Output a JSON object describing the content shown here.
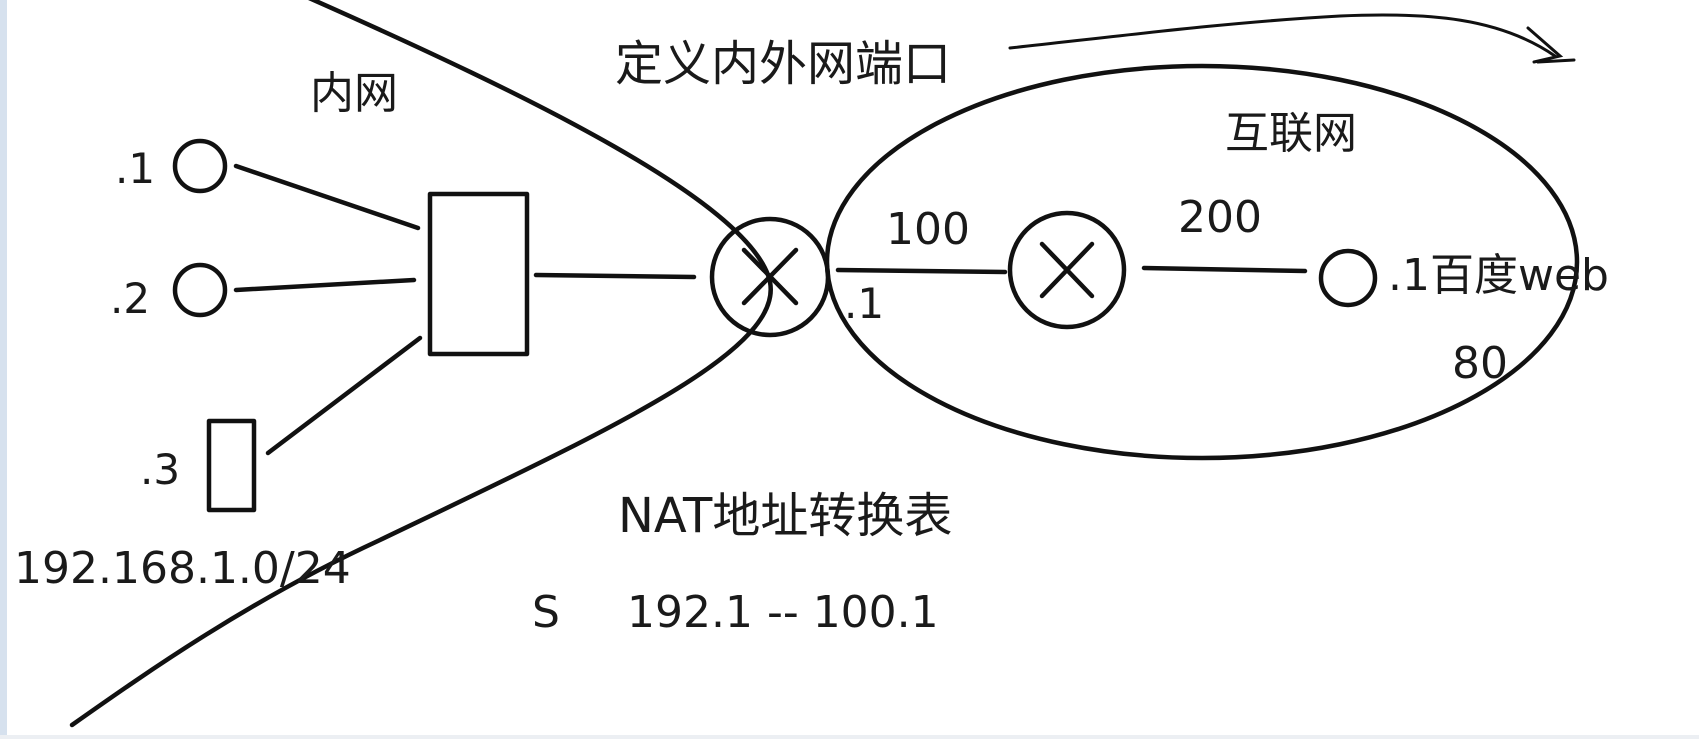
{
  "labels": {
    "intranet": "内网",
    "define_ports": "定义内外网端口",
    "internet": "互联网",
    "host1": ".1",
    "host2": ".2",
    "host3": ".3",
    "subnet": "192.168.1.0/24",
    "link_100": "100",
    "link_200": "200",
    "router_port": ".1",
    "server": ".1百度web",
    "server_port": "80",
    "nat_table_title": "NAT地址转换表",
    "nat_row_type": "S",
    "nat_row_mapping": "192.1 -- 100.1"
  },
  "colors": {
    "ink": "#111111",
    "text": "#1a1a1a",
    "background": "#ffffff",
    "frame": "#d6e1ee"
  }
}
